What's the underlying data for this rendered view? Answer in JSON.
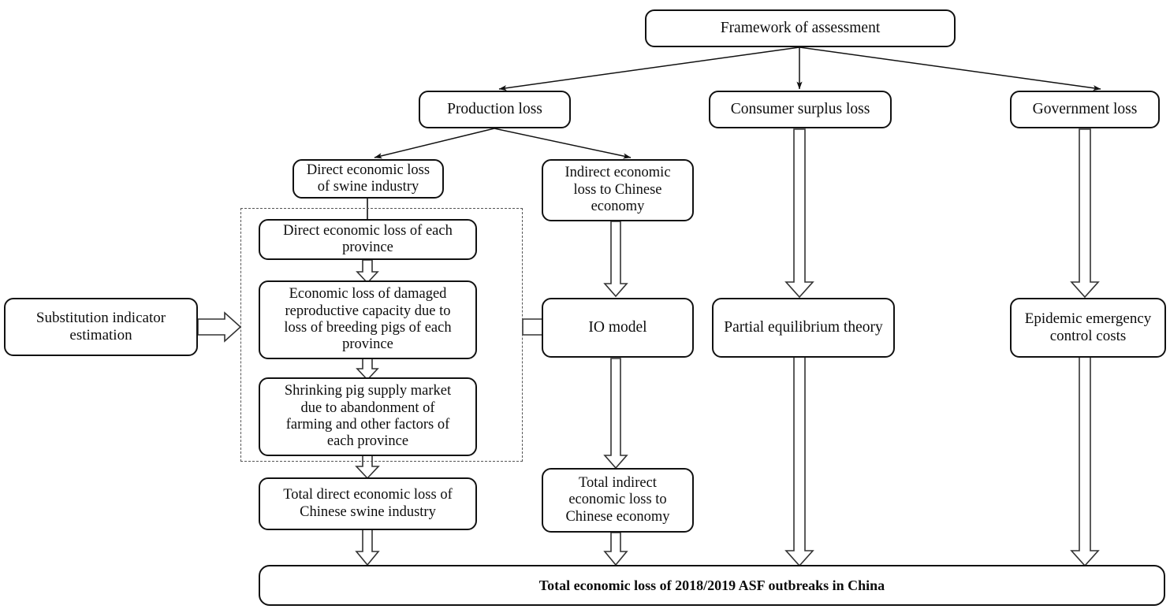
{
  "diagram": {
    "title": "Framework of assessment flowchart for economic loss of 2018/2019 ASF outbreaks in China",
    "colors": {
      "node_border": "#111111",
      "node_fill": "#ffffff",
      "wire": "#1a1a1a",
      "dashed_group_border": "#555555",
      "background": "#ffffff"
    },
    "nodes": {
      "framework": "Framework of assessment",
      "production_loss": "Production loss",
      "consumer_surplus_loss": "Consumer surplus loss",
      "government_loss": "Government loss",
      "direct_swine": "Direct economic loss\nof swine industry",
      "indirect_chinese": "Indirect economic\nloss to Chinese\neconomy",
      "direct_province": "Direct economic loss of each\nprovince",
      "reproductive_capacity": "Economic loss of damaged\nreproductive capacity due to\nloss of breeding pigs of each\nprovince",
      "shrinking_supply": "Shrinking pig supply market\ndue to abandonment of\nfarming and other factors of\neach province",
      "total_direct": "Total direct economic loss of\nChinese swine industry",
      "total_indirect": "Total indirect\neconomic loss to\nChinese economy",
      "substitution": "Substitution indicator\nestimation",
      "io_model": "IO model",
      "partial_equilibrium": "Partial equilibrium theory",
      "epidemic_costs": "Epidemic emergency\ncontrol costs",
      "total_economic_loss": "Total economic loss of 2018/2019 ASF outbreaks in China"
    },
    "edges": [
      {
        "from": "framework",
        "to": "production_loss",
        "style": "thin-arrow"
      },
      {
        "from": "framework",
        "to": "consumer_surplus_loss",
        "style": "thin-arrow"
      },
      {
        "from": "framework",
        "to": "government_loss",
        "style": "thin-arrow"
      },
      {
        "from": "production_loss",
        "to": "direct_swine",
        "style": "thin-arrow"
      },
      {
        "from": "production_loss",
        "to": "indirect_chinese",
        "style": "thin-arrow"
      },
      {
        "from": "direct_swine",
        "to": "direct_province",
        "style": "thin-line"
      },
      {
        "from": "direct_province",
        "to": "reproductive_capacity",
        "style": "block-arrow"
      },
      {
        "from": "reproductive_capacity",
        "to": "shrinking_supply",
        "style": "block-arrow"
      },
      {
        "from": "shrinking_supply",
        "to": "total_direct",
        "style": "block-arrow"
      },
      {
        "from": "total_direct",
        "to": "total_economic_loss",
        "style": "block-arrow"
      },
      {
        "from": "substitution",
        "to": "province_group",
        "style": "block-arrow-right"
      },
      {
        "from": "province_group",
        "to": "io_model",
        "style": "block-arrow-right"
      },
      {
        "from": "indirect_chinese",
        "to": "io_model",
        "style": "block-arrow"
      },
      {
        "from": "io_model",
        "to": "total_indirect",
        "style": "block-arrow"
      },
      {
        "from": "total_indirect",
        "to": "total_economic_loss",
        "style": "block-arrow"
      },
      {
        "from": "consumer_surplus_loss",
        "to": "partial_equilibrium",
        "style": "block-arrow"
      },
      {
        "from": "partial_equilibrium",
        "to": "total_economic_loss",
        "style": "block-arrow"
      },
      {
        "from": "government_loss",
        "to": "epidemic_costs",
        "style": "block-arrow"
      },
      {
        "from": "epidemic_costs",
        "to": "total_economic_loss",
        "style": "block-arrow"
      }
    ],
    "group_box": {
      "name": "province-level-loss-group",
      "style": "dashed"
    }
  }
}
